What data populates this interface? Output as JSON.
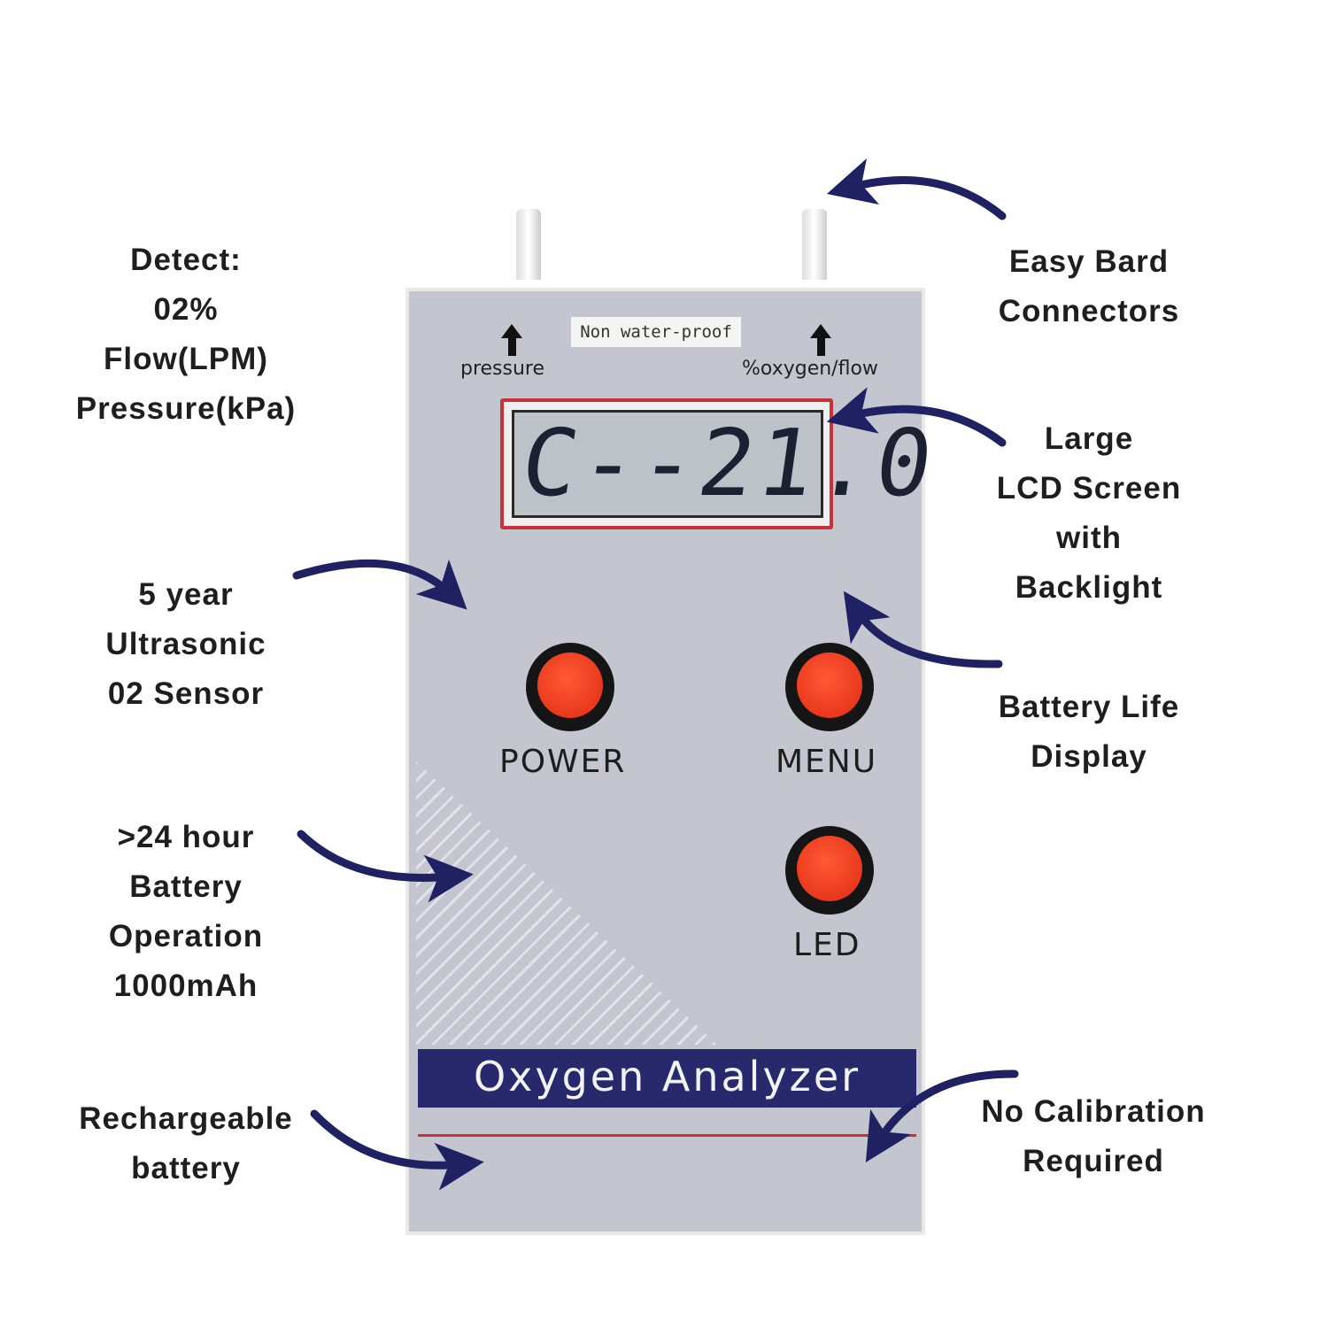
{
  "device": {
    "notice_tag": "Non water-proof",
    "port_left": "pressure",
    "port_right": "%oxygen/flow",
    "lcd_reading": "C--21.0",
    "buttons": {
      "power": "POWER",
      "menu": "MENU",
      "led": "LED"
    },
    "banner": "Oxygen Analyzer"
  },
  "callouts": {
    "detect": [
      "Detect:",
      "02%",
      "Flow(LPM)",
      "Pressure(kPa)"
    ],
    "sensor": [
      "5 year",
      "Ultrasonic",
      "02 Sensor"
    ],
    "battery_op": [
      ">24 hour",
      "Battery",
      "Operation",
      "1000mAh"
    ],
    "rechargeable": [
      "Rechargeable",
      "battery"
    ],
    "connectors": [
      "Easy Bard",
      "Connectors"
    ],
    "lcd": [
      "Large",
      "LCD Screen",
      "with",
      "Backlight"
    ],
    "battery_life": [
      "Battery Life",
      "Display"
    ],
    "calibration": [
      "No Calibration",
      "Required"
    ]
  },
  "colors": {
    "arrow": "#1f2163",
    "banner": "#27296c",
    "button": "#e9381d",
    "lcd_border": "#c8323a"
  }
}
